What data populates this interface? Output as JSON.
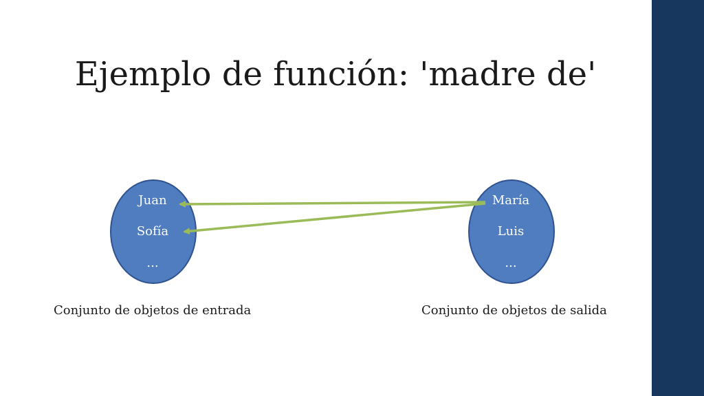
{
  "slide": {
    "title": "Ejemplo de función: 'madre de'"
  },
  "input_set": {
    "items": [
      "Juan",
      "Sofía",
      "..."
    ],
    "caption": "Conjunto de objetos de entrada"
  },
  "output_set": {
    "items": [
      "María",
      "Luis",
      "..."
    ],
    "caption": "Conjunto de objetos de salida"
  },
  "mappings": [
    {
      "from": "María",
      "to": "Juan"
    },
    {
      "from": "María",
      "to": "Sofía"
    }
  ],
  "colors": {
    "ellipse_fill": "#4f7dbf",
    "ellipse_stroke": "#2f528f",
    "arrow": "#9bbb59",
    "side_band": "#17375e",
    "ellipse_text": "#ffffff"
  }
}
